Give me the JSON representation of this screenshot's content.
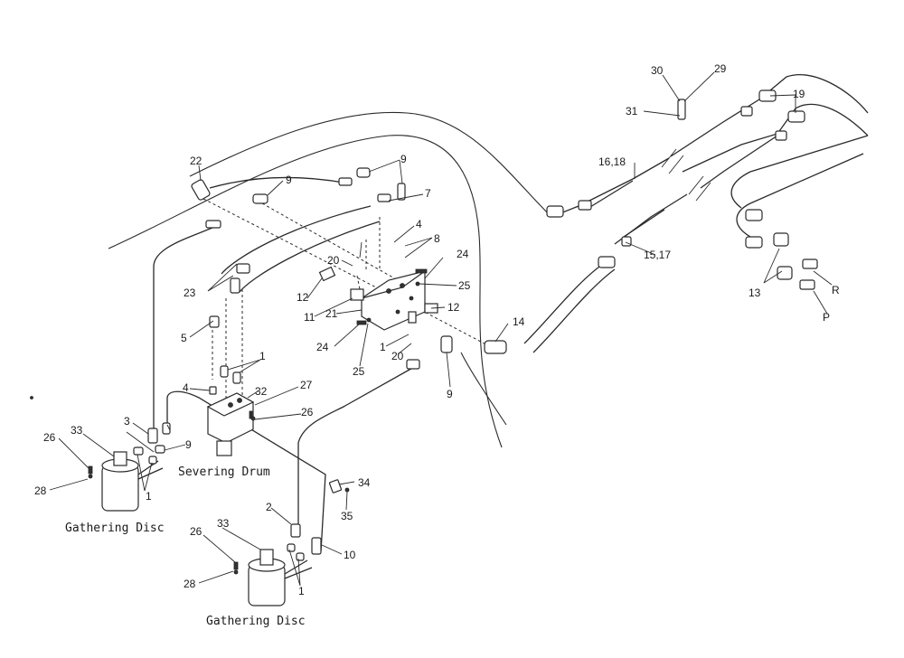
{
  "captions": {
    "severing_drum": "Severing Drum",
    "gathering_disc_1": "Gathering Disc",
    "gathering_disc_2": "Gathering Disc"
  },
  "callouts": {
    "c1a": "1",
    "c1b": "1",
    "c1c": "1",
    "c1d": "1",
    "c2": "2",
    "c3": "3",
    "c4a": "4",
    "c4b": "4",
    "c5": "5",
    "c7": "7",
    "c8": "8",
    "c9a": "9",
    "c9b": "9",
    "c9c": "9",
    "c9d": "9",
    "c10": "10",
    "c11": "11",
    "c12a": "12",
    "c12b": "12",
    "c13": "13",
    "c14": "14",
    "c15": "15,17",
    "c16": "16,18",
    "c19": "19",
    "c20a": "20",
    "c20b": "20",
    "c21": "21",
    "c22": "22",
    "c23": "23",
    "c24a": "24",
    "c24b": "24",
    "c25a": "25",
    "c25b": "25",
    "c26a": "26",
    "c26b": "26",
    "c26c": "26",
    "c27": "27",
    "c28a": "28",
    "c28b": "28",
    "c29": "29",
    "c30": "30",
    "c31": "31",
    "c32": "32",
    "c33a": "33",
    "c33b": "33",
    "c34": "34",
    "c35": "35",
    "cR": "R",
    "cP": "P"
  }
}
